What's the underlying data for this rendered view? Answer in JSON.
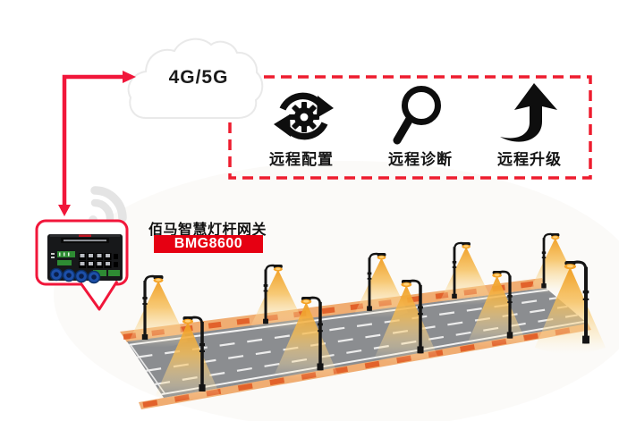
{
  "cloud": {
    "label": "4G/5G"
  },
  "remote_features": {
    "items": [
      {
        "label": "远程配置",
        "icon": "sync-gear-icon"
      },
      {
        "label": "远程诊断",
        "icon": "magnifier-icon"
      },
      {
        "label": "远程升级",
        "icon": "upgrade-arrow-icon"
      }
    ]
  },
  "gateway": {
    "name": "佰马智慧灯杆网关",
    "model": "BMG8600"
  },
  "scene": {
    "street_lamps_back_row": 5,
    "street_lamps_front_row": 5,
    "road_lanes": 4
  },
  "colors": {
    "accent_red": "#f1163a",
    "dashed_box_red": "#ee1c2e",
    "badge_red": "#e60012",
    "icon_black": "#0e0e0e",
    "road_gray": "#8b8d90",
    "curb_orange": "#f0ad72",
    "curb_dash_orange": "#e2622b",
    "lamp_glow_orange": "#f5a327",
    "wifi_gray": "#e4e4e4"
  }
}
